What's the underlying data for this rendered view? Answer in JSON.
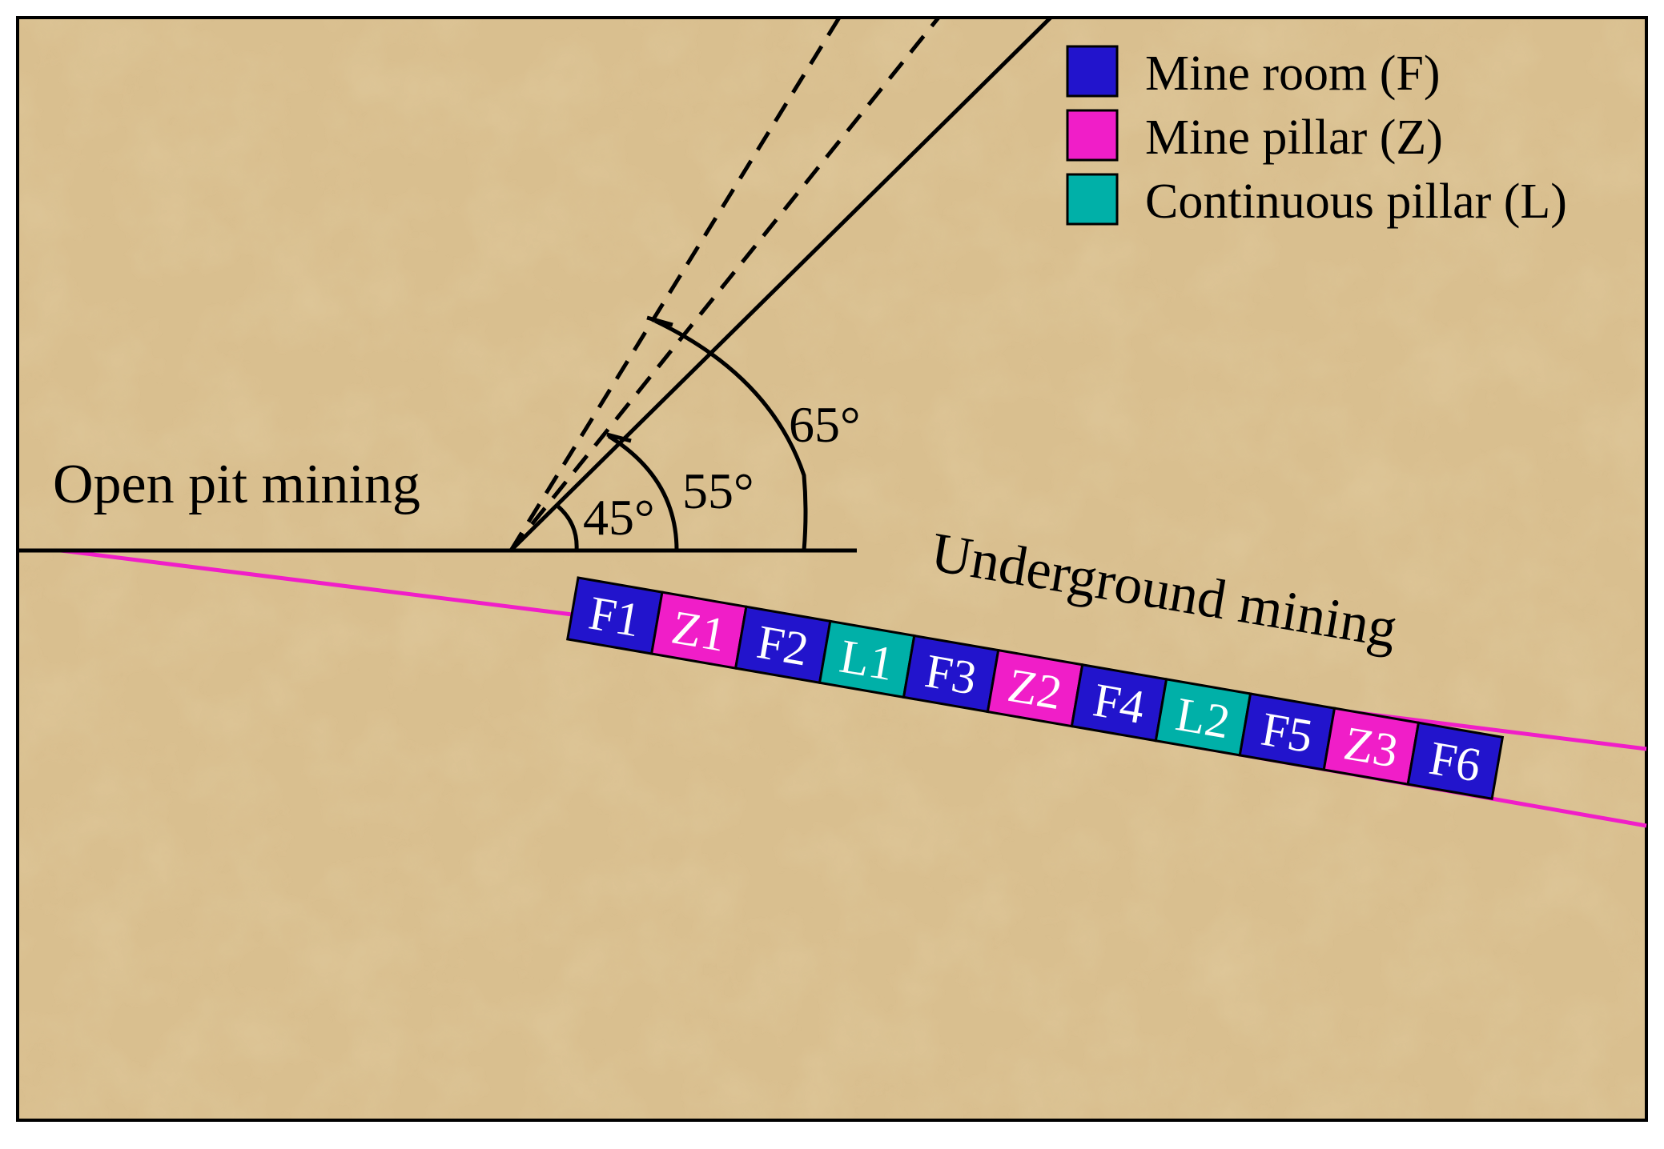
{
  "labels": {
    "open_pit": "Open pit mining",
    "underground": "Underground mining"
  },
  "angles": [
    {
      "label": "45°",
      "degrees": 45
    },
    {
      "label": "55°",
      "degrees": 55
    },
    {
      "label": "65°",
      "degrees": 65
    }
  ],
  "legend": [
    {
      "label": "Mine room (F)",
      "color": "#2214cc"
    },
    {
      "label": "Mine pillar (Z)",
      "color": "#f01ec8"
    },
    {
      "label": "Continuous pillar (L)",
      "color": "#00b0a8"
    }
  ],
  "seam_blocks": [
    {
      "label": "F1",
      "type": "room"
    },
    {
      "label": "Z1",
      "type": "pillar"
    },
    {
      "label": "F2",
      "type": "room"
    },
    {
      "label": "L1",
      "type": "continuous"
    },
    {
      "label": "F3",
      "type": "room"
    },
    {
      "label": "Z2",
      "type": "pillar"
    },
    {
      "label": "F4",
      "type": "room"
    },
    {
      "label": "L2",
      "type": "continuous"
    },
    {
      "label": "F5",
      "type": "room"
    },
    {
      "label": "Z3",
      "type": "pillar"
    },
    {
      "label": "F6",
      "type": "room"
    }
  ],
  "colors": {
    "room": "#2214cc",
    "pillar": "#f01ec8",
    "continuous": "#00b0a8",
    "seam_line": "#f01ec8",
    "ground": "#d6b987"
  }
}
